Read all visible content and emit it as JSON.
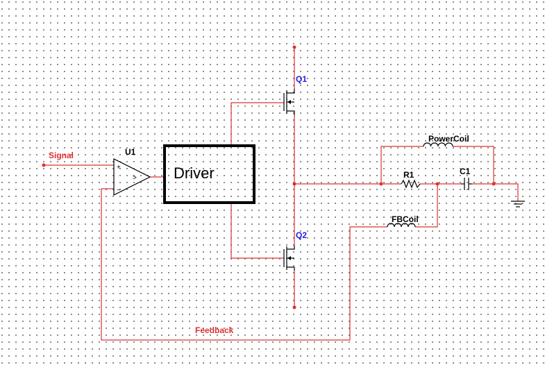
{
  "net_labels": {
    "signal": "Signal",
    "feedback": "Feedback"
  },
  "components": {
    "opamp": {
      "ref": "U1",
      "plus": "+",
      "minus": "−",
      "symbol": ">"
    },
    "driver": {
      "label": "Driver"
    },
    "q1": {
      "ref": "Q1"
    },
    "q2": {
      "ref": "Q2"
    },
    "r1": {
      "ref": "R1"
    },
    "c1": {
      "ref": "C1"
    },
    "power_coil": {
      "ref": "PowerCoil"
    },
    "fb_coil": {
      "ref": "FBCoil"
    }
  },
  "colors": {
    "wire": "#e03030",
    "component": "#000000",
    "transistor_label": "#2020e0",
    "grid_dot": "#6b6b6b"
  }
}
